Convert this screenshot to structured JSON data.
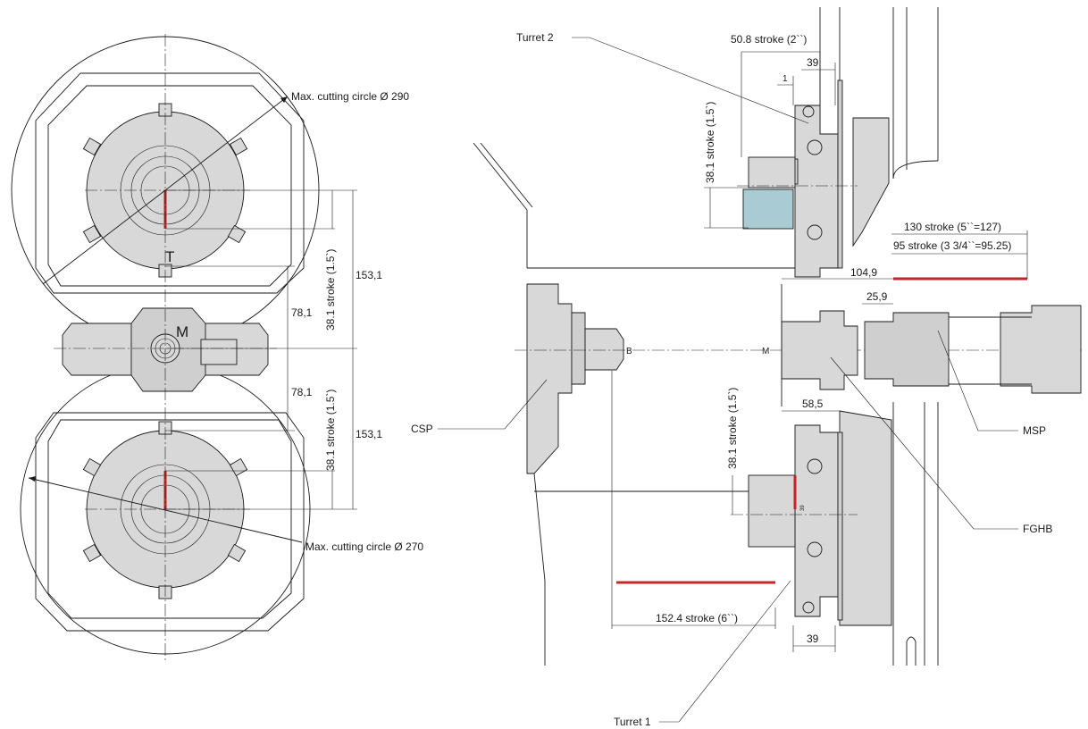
{
  "left_view": {
    "max_circle_top_label": "Max. cutting circle Ø 290",
    "max_circle_bottom_label": "Max. cutting circle Ø 270",
    "marker_t": "T",
    "marker_m": "M",
    "stroke_label_top": "38.1 stroke (1.5`)",
    "stroke_label_bottom": "38.1 stroke (1.5`)",
    "dim_78_top": "78,1",
    "dim_78_bottom": "78,1",
    "dim_153_top": "153,1",
    "dim_153_bottom": "153,1"
  },
  "right_view": {
    "turret2_label": "Turret 2",
    "turret1_label": "Turret 1",
    "csp_label": "CSP",
    "msp_label": "MSP",
    "fghb_label": "FGHB",
    "b_label": "B",
    "m_label": "M",
    "stroke_50_8": "50.8 stroke (2``)",
    "dim_39_top": "39",
    "dim_39_bottom": "39",
    "dim_1": "1",
    "stroke_38_1_top": "38.1 stroke (1.5`)",
    "stroke_38_1_bottom": "38.1 stroke (1.5`)",
    "stroke_130": "130 stroke (5``=127)",
    "stroke_95": "95 stroke (3 3/4``=95.25)",
    "dim_104_9": "104,9",
    "dim_25_9": "25,9",
    "dim_58_5": "58,5",
    "stroke_152_4": "152.4 stroke (6``)",
    "small_mark_39": "39"
  },
  "colors": {
    "line": "#1a1a1a",
    "part_fill": "#d8d8d8",
    "highlight_red": "#c0282d",
    "tool_teal": "#a9ccd4"
  }
}
